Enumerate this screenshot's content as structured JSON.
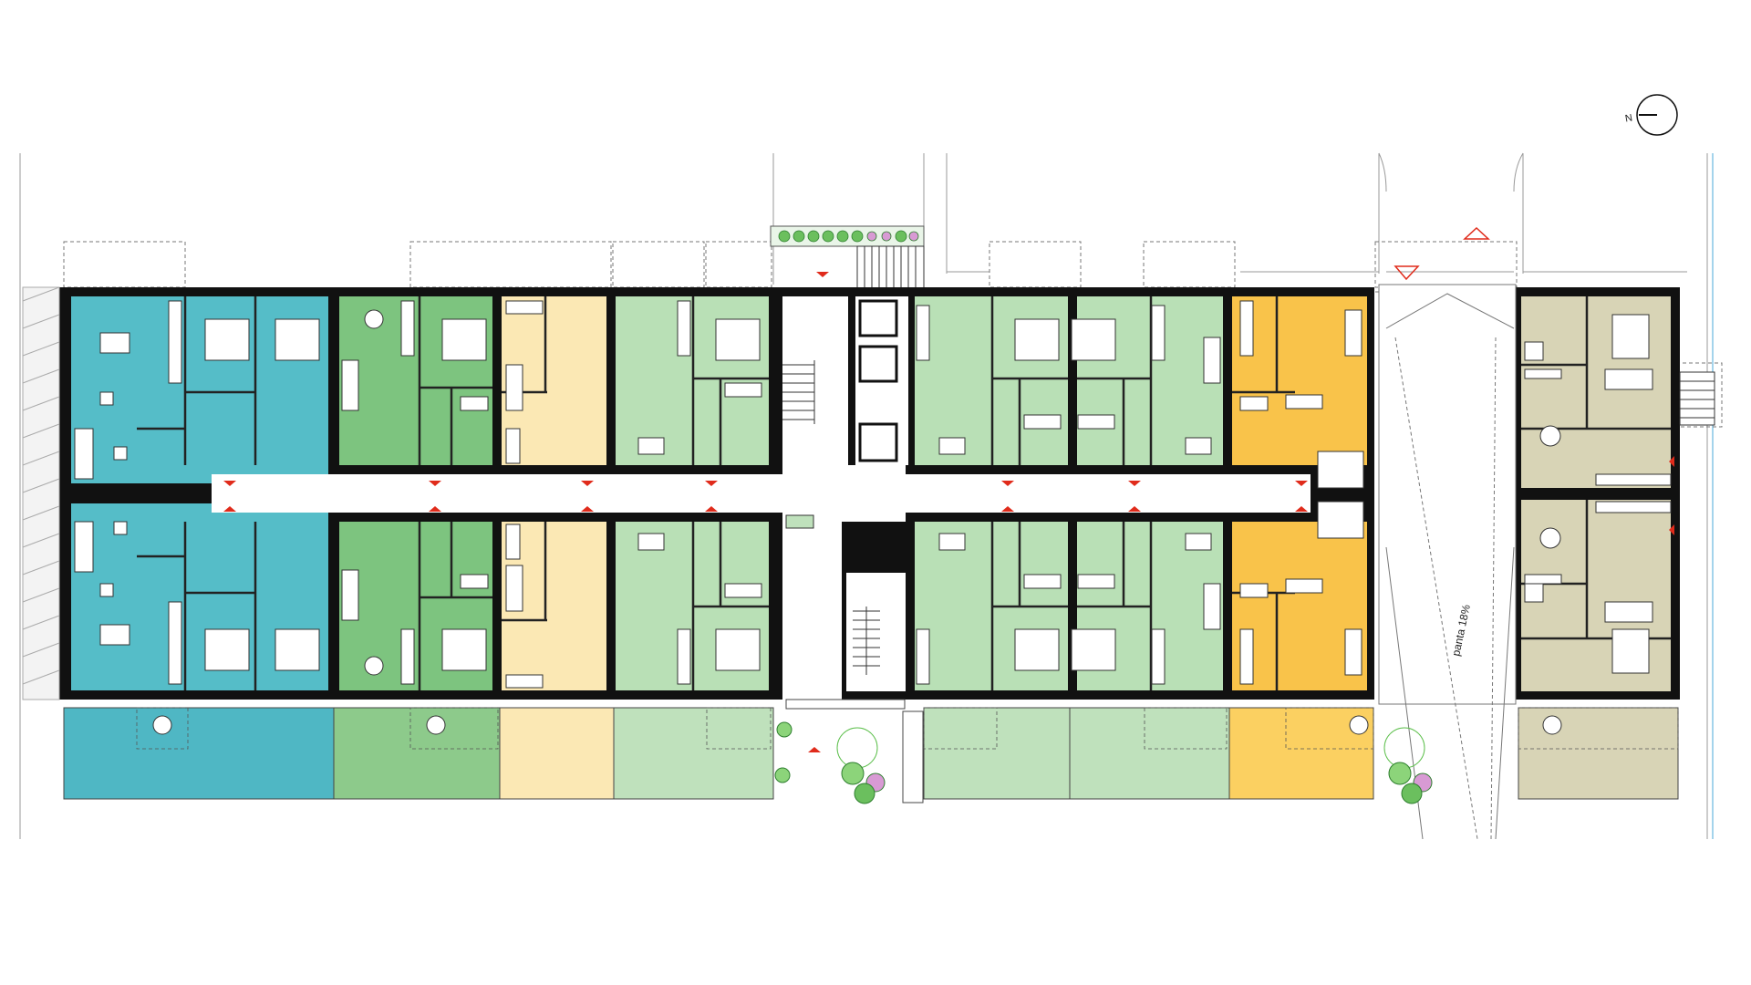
{
  "plan": {
    "north_label": "N",
    "ramp_label": "panta 18%"
  },
  "colors": {
    "teal": "#55bdc8",
    "teal_terrace": "#4fb7c4",
    "mid_green": "#7dc47f",
    "mid_green_terrace": "#8dca8b",
    "cream": "#fbe8b4",
    "light_green": "#b9e0b6",
    "light_green_terrace": "#bfe1bc",
    "yellow": "#f9c34a",
    "yellow_terrace": "#fbd061",
    "beige": "#d8d4b6",
    "corridor": "#ffffff",
    "walls": "#111111",
    "arrows": "#e02b1b"
  },
  "units": [
    {
      "id": "teal-north",
      "color": "teal"
    },
    {
      "id": "teal-south",
      "color": "teal"
    },
    {
      "id": "midgreen-north",
      "color": "mid_green"
    },
    {
      "id": "midgreen-south",
      "color": "mid_green"
    },
    {
      "id": "cream-north",
      "color": "cream"
    },
    {
      "id": "cream-south",
      "color": "cream"
    },
    {
      "id": "lightgreen-nw",
      "color": "light_green"
    },
    {
      "id": "lightgreen-sw",
      "color": "light_green"
    },
    {
      "id": "lightgreen-n2",
      "color": "light_green"
    },
    {
      "id": "lightgreen-s2",
      "color": "light_green"
    },
    {
      "id": "lightgreen-n3",
      "color": "light_green"
    },
    {
      "id": "lightgreen-s3",
      "color": "light_green"
    },
    {
      "id": "yellow-north",
      "color": "yellow"
    },
    {
      "id": "yellow-south",
      "color": "yellow"
    },
    {
      "id": "beige-north",
      "color": "beige"
    },
    {
      "id": "beige-south",
      "color": "beige"
    }
  ]
}
